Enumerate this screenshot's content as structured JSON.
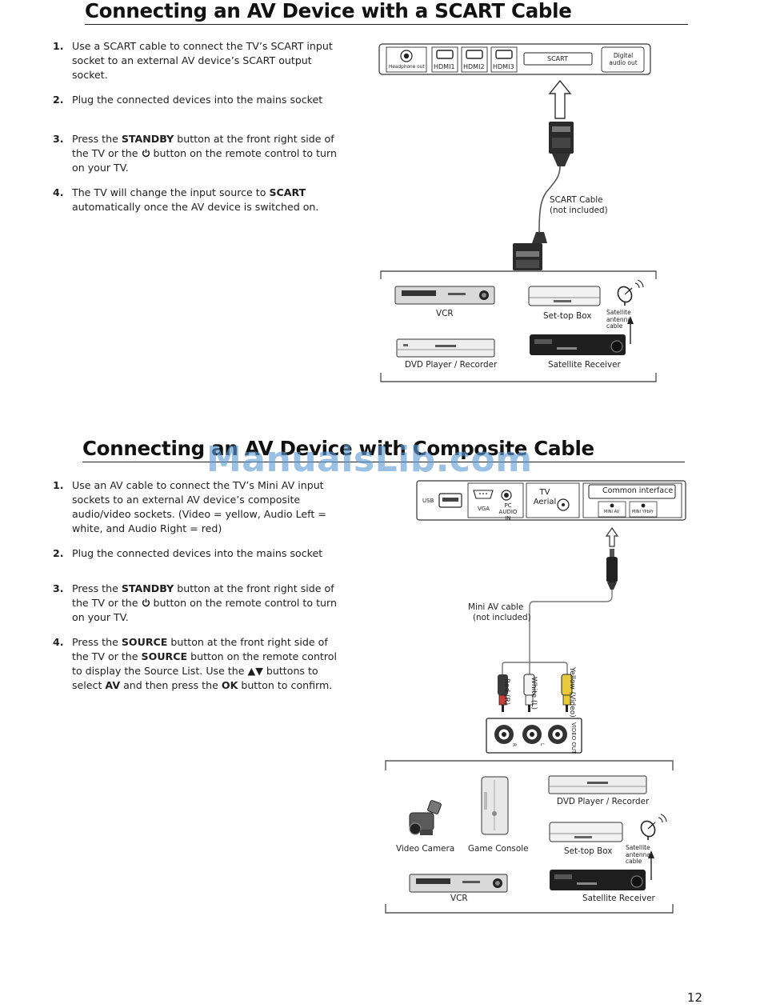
{
  "section1": {
    "title": "Connecting an AV Device with a SCART Cable",
    "steps": [
      {
        "num": "1.",
        "text": "Use a SCART cable to connect the TV’s SCART input socket to an external AV device’s SCART output socket."
      },
      {
        "num": "2.",
        "text": "Plug the connected devices into the mains socket"
      },
      {
        "num": "3.",
        "pre": "Press the ",
        "bold1": "STANDBY",
        "mid": " button at the front right side of the TV or the ",
        "post": " button on the remote control to turn on your TV."
      },
      {
        "num": "4.",
        "pre": "The TV will change the input source to ",
        "bold1": "SCART",
        "post": " automatically once the AV device is switched on."
      }
    ],
    "panel": {
      "headphone": "Headphone out",
      "hdmi1": "HDMI1",
      "hdmi2": "HDMI2",
      "hdmi3": "HDMI3",
      "scart": "SCART",
      "digital": "Digital audio out"
    },
    "cable_label": "SCART Cable",
    "cable_note": "(not included)",
    "devices": {
      "vcr": "VCR",
      "stb": "Set-top Box",
      "antenna": "Satellite antenna cable",
      "dvd": "DVD Player / Recorder",
      "sat": "Satellite Receiver"
    }
  },
  "section2": {
    "title": "Connecting an AV Device with Composite Cable",
    "steps": [
      {
        "num": "1.",
        "text": "Use an AV cable to connect the TV’s  Mini AV input sockets to an external AV device’s composite audio/video sockets. (Video = yellow, Audio Left = white, and Audio Right = red)"
      },
      {
        "num": "2.",
        "text": "Plug the connected devices into the mains socket"
      },
      {
        "num": "3.",
        "pre": "Press the ",
        "bold1": "STANDBY",
        "mid": " button at the front right side of the TV or the ",
        "post": " button on the remote control to turn on your TV."
      },
      {
        "num": "4.",
        "pre": "Press the ",
        "bold1": "SOURCE",
        "mid1": " button at the front right side of the TV or the ",
        "bold2": "SOURCE",
        "mid2": " button on the remote control to display the Source List. Use the ▲▼ buttons to select ",
        "bold3": "AV",
        "mid3": " and then press the ",
        "bold4": "OK",
        "post": " button to confirm."
      }
    ],
    "panel": {
      "usb": "USB",
      "vga": "VGA",
      "pc_audio": "PC AUDIO IN",
      "tv_aerial": "TV Aerial",
      "common_interface": "Common interface",
      "mini_av": "MINI AV",
      "mini_ypbpr": "MINI YPbPr"
    },
    "cable_label": "Mini  AV cable",
    "cable_note": "(not included)",
    "plugs": {
      "red": "Red (R)",
      "white": "White (L)",
      "yellow": "Yellow (Video)"
    },
    "video_out": "VIDEO OUT",
    "r": "R",
    "l": "L",
    "devices": {
      "dvd": "DVD Player / Recorder",
      "camera": "Video Camera",
      "console": "Game Console",
      "stb": "Set-top Box",
      "antenna": "Satellite antenna cable",
      "vcr": "VCR",
      "sat": "Satellite Receiver"
    }
  },
  "watermark": "ManualsLib.com",
  "page_number": "12",
  "colors": {
    "plug_red": "#c83c3c",
    "plug_white": "#f4f4f4",
    "plug_yellow": "#e8c93a",
    "watermark": "#5c9ad4"
  }
}
